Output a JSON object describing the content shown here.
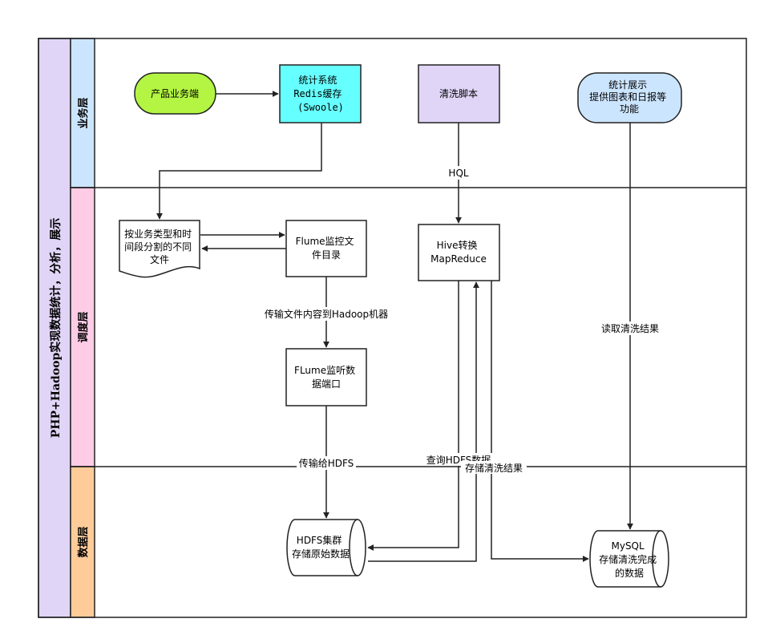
{
  "title": "PHP+Hadoop实现数据统计，分析，展示",
  "lanes": {
    "business": "业务层",
    "scheduling": "调度层",
    "data": "数据层"
  },
  "colors": {
    "title_bar": "#e1d5f7",
    "business_lane": "#cce5ff",
    "scheduling_lane": "#ffcce6",
    "data_lane": "#ffcc99",
    "product_node": "#b3f542",
    "stats_node": "#66ffff",
    "clean_node": "#e1d5f7",
    "display_node": "#cce5ff"
  },
  "nodes": {
    "product": [
      "产品业务端"
    ],
    "stats": [
      "统计系统",
      "Redis缓存",
      "(Swoole)"
    ],
    "clean": [
      "清洗脚本"
    ],
    "display": [
      "统计展示",
      "提供图表和日报等",
      "功能"
    ],
    "files": [
      "按业务类型和时",
      "间段分割的不同",
      "文件"
    ],
    "flume_watch": [
      "Flume监控文",
      "件目录"
    ],
    "hive": [
      "Hive转换",
      "MapReduce"
    ],
    "flume_port": [
      "FLume监听数",
      "据端口"
    ],
    "hdfs": [
      "HDFS集群",
      "存储原始数据"
    ],
    "mysql": [
      "MySQL",
      "存储清洗完成",
      "的数据"
    ]
  },
  "edge_labels": {
    "hql": "HQL",
    "transfer": "传输文件内容到Hadoop机器",
    "read": "读取清洗结果",
    "to_hdfs": "传输给HDFS",
    "query": "查询HDFS数据",
    "store": "存储清洗结果"
  }
}
